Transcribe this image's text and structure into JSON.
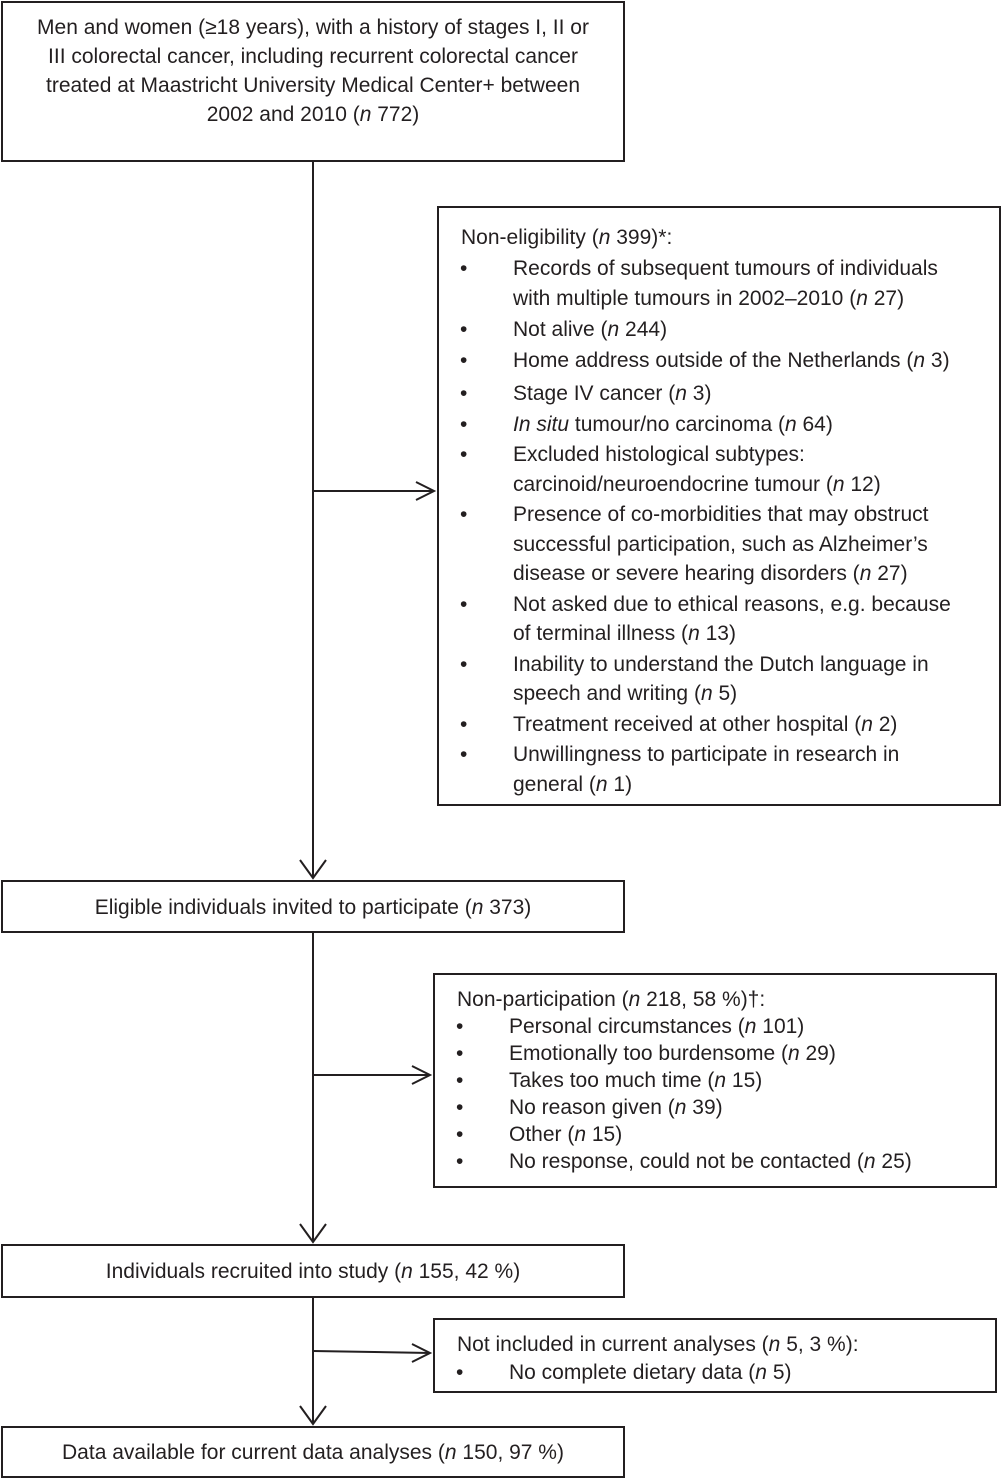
{
  "start_box": {
    "lines": [
      "Men and women (≥18 years), with a history of stages I, II or",
      "III colorectal cancer, including recurrent colorectal cancer",
      "treated at Maastricht University Medical Center+ between"
    ],
    "last_pre": "2002 and 2010 (",
    "last_n": "n",
    "last_post": " 772)"
  },
  "nonelig": {
    "head_pre": "Non-eligibility (",
    "head_n": "n",
    "head_post": " 399)*:",
    "bullet": "•",
    "items": [
      {
        "a": "Records of subsequent tumours of individuals",
        "b_pre": "with multiple tumours in 2002–2010 (",
        "b_n": "n",
        "b_post": " 27)"
      },
      {
        "pre": "Not alive (",
        "n": "n",
        "post": " 244)"
      },
      {
        "pre": "Home address outside of the Netherlands (",
        "n": "n",
        "post": " 3)"
      },
      {
        "pre": "Stage IV cancer (",
        "n": "n",
        "post": " 3)"
      },
      {
        "italic": "In situ",
        "pre": " tumour/no carcinoma (",
        "n": "n",
        "post": " 64)"
      },
      {
        "a": "Excluded histological subtypes:",
        "b_pre": "carcinoid/neuroendocrine tumour (",
        "b_n": "n",
        "b_post": " 12)"
      },
      {
        "a": "Presence of co-morbidities that may obstruct",
        "a2": "successful participation, such as Alzheimer’s",
        "b_pre": "disease or severe hearing disorders (",
        "b_n": "n",
        "b_post": " 27)"
      },
      {
        "a": "Not asked due to ethical reasons, e.g. because",
        "b_pre": "of terminal illness (",
        "b_n": "n",
        "b_post": " 13)"
      },
      {
        "a": "Inability to understand the Dutch language in",
        "b_pre": "speech and writing (",
        "b_n": "n",
        "b_post": " 5)"
      },
      {
        "pre": "Treatment received at other hospital (",
        "n": "n",
        "post": " 2)"
      },
      {
        "a": "Unwillingness to participate in research in",
        "b_pre": "general (",
        "b_n": "n",
        "b_post": " 1)"
      }
    ]
  },
  "eligible": {
    "pre": "Eligible individuals invited to participate (",
    "n": "n",
    "post": " 373)"
  },
  "nonpart": {
    "head_pre": "Non-participation (",
    "head_n": "n",
    "head_post": " 218, 58 %)†:",
    "bullet": "•",
    "items": [
      {
        "pre": "Personal circumstances (",
        "n": "n",
        "post": " 101)"
      },
      {
        "pre": "Emotionally too burdensome (",
        "n": "n",
        "post": " 29)"
      },
      {
        "pre": "Takes too much time (",
        "n": "n",
        "post": " 15)"
      },
      {
        "pre": "No reason given (",
        "n": "n",
        "post": " 39)"
      },
      {
        "pre": "Other (",
        "n": "n",
        "post": " 15)"
      },
      {
        "pre": "No response, could not be contacted (",
        "n": "n",
        "post": " 25)"
      }
    ]
  },
  "recruited": {
    "pre": "Individuals recruited into study (",
    "n": "n",
    "post": " 155, 42 %)"
  },
  "notincl": {
    "head_pre": "Not included in current analyses (",
    "head_n": "n",
    "head_post": " 5, 3 %):",
    "bullet": "•",
    "items": [
      {
        "pre": "No complete dietary data (",
        "n": "n",
        "post": " 5)"
      }
    ]
  },
  "final": {
    "pre": "Data available for current data analyses (",
    "n": "n",
    "post": " 150, 97 %)"
  }
}
